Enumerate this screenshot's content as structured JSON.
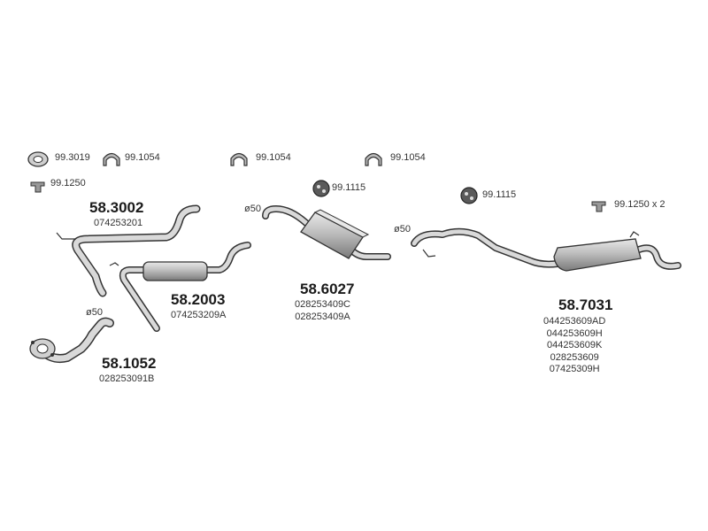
{
  "hardware": {
    "ring_gasket": "99.3019",
    "clamp_a": "99.1054",
    "clamp_b": "99.1054",
    "clamp_c": "99.1054",
    "hanger_left": "99.1250",
    "rubber_mount_a": "99.1115",
    "rubber_mount_b": "99.1115",
    "hanger_right": "99.1250 x 2"
  },
  "parts": {
    "p1": {
      "number": "58.3002",
      "oem": [
        "074253201"
      ]
    },
    "p2": {
      "number": "58.2003",
      "oem": [
        "074253209A"
      ]
    },
    "p3": {
      "number": "58.1052",
      "oem": [
        "028253091B"
      ]
    },
    "p4": {
      "number": "58.6027",
      "oem": [
        "028253409C",
        "028253409A"
      ]
    },
    "p5": {
      "number": "58.7031",
      "oem": [
        "044253609AD",
        "044253609H",
        "044253609K",
        "028253609",
        "07425309H"
      ]
    }
  },
  "diameters": {
    "d1": "ø50",
    "d2": "ø50",
    "d3": "ø50"
  },
  "colors": {
    "line": "#333333",
    "fill": "#d4d4d4",
    "fill_dark": "#a8a8a8"
  }
}
